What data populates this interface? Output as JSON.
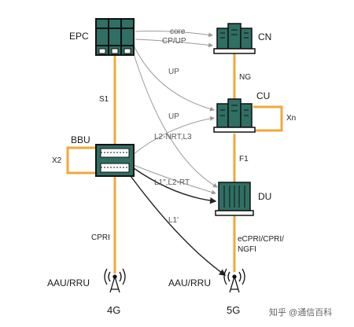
{
  "colors": {
    "accent": "#f0a83a",
    "node_fill": "#2f6f64",
    "node_stroke": "#111111",
    "line_gray": "#9a9a9a",
    "line_dark": "#222222"
  },
  "nodes": {
    "epc": "EPC",
    "cn": "CN",
    "cu": "CU",
    "bbu": "BBU",
    "du": "DU",
    "aau_4g": "AAU/RRU",
    "aau_5g": "AAU/RRU"
  },
  "links": {
    "s1": "S1",
    "cpri": "CPRI",
    "x2": "X2",
    "xn": "Xn",
    "ng": "NG",
    "f1": "F1",
    "fronthaul_5g": [
      "eCPRI/CPRI/",
      "NGFI"
    ],
    "core": "core",
    "cp_up": "CP/UP",
    "up_1": "UP",
    "up_2": "UP",
    "l2_nrt_l3": "L2-NRT,L3",
    "l1pp_l2_rt": "L1\",L2-RT",
    "l1p": "L1'"
  },
  "generations": {
    "left": "4G",
    "right": "5G"
  },
  "watermark": "知乎 @通信百科"
}
